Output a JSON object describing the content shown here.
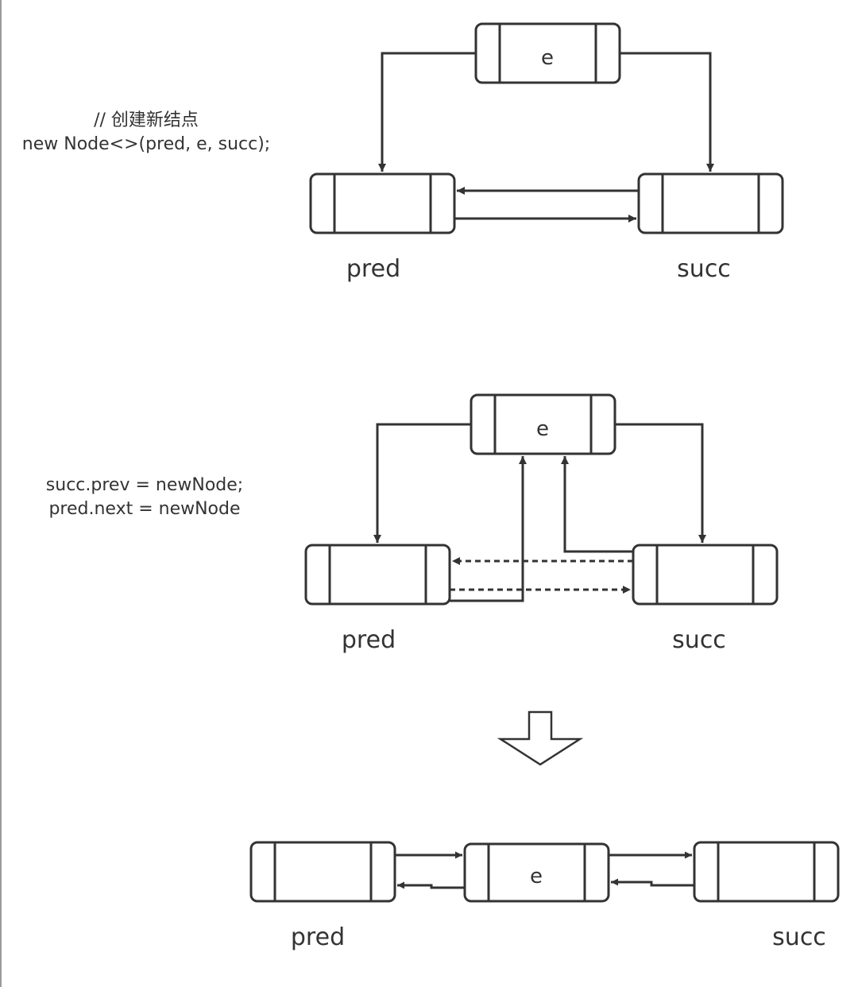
{
  "diagram": {
    "node_value_label": "e",
    "pred_label": "pred",
    "succ_label": "succ"
  },
  "step1": {
    "comment": "// 创建新结点",
    "code": "new Node<>(pred, e, succ);"
  },
  "step2": {
    "code_line1": "succ.prev = newNode;",
    "code_line2": "pred.next = newNode"
  },
  "colors": {
    "stroke": "#333333",
    "text": "#333333",
    "background": "#ffffff"
  }
}
